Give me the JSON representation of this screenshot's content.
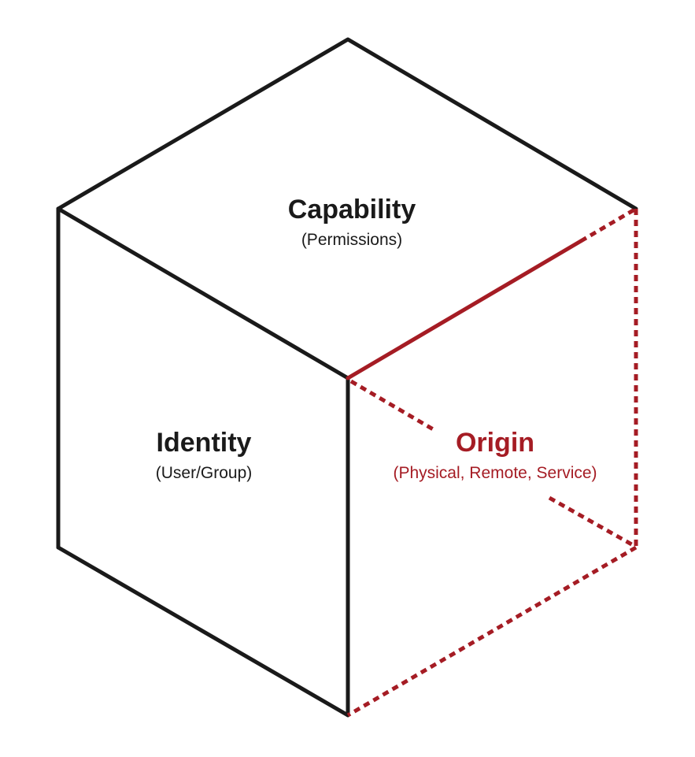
{
  "colors": {
    "outline": "#1a1a1a",
    "accent": "#a51c24",
    "background": "#ffffff"
  },
  "faces": {
    "top": {
      "title": "Capability",
      "subtitle": "(Permissions)"
    },
    "left": {
      "title": "Identity",
      "subtitle": "(User/Group)"
    },
    "right": {
      "title": "Origin",
      "subtitle": "(Physical, Remote, Service)"
    }
  }
}
